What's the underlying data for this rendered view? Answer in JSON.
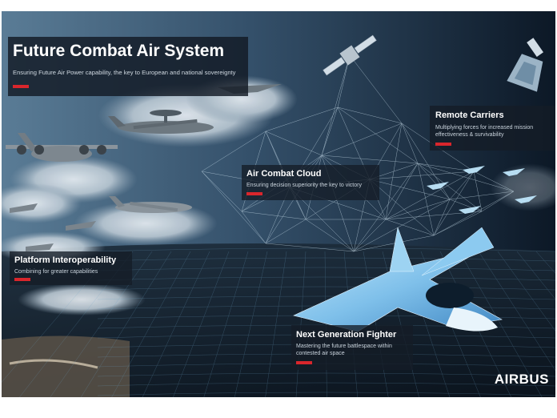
{
  "header": {
    "title": "Future Combat Air System",
    "subtitle": "Ensuring Future Air Power capability, the key to European and national sovereignty"
  },
  "labels": {
    "remote_carriers": {
      "title": "Remote Carriers",
      "line1": "Multiplying forces for increased mission",
      "line2": "effectiveness & survivability"
    },
    "air_combat_cloud": {
      "title": "Air Combat Cloud",
      "line1": "Ensuring decision superiority the key to victory"
    },
    "platform_interoperability": {
      "title": "Platform Interoperability",
      "line1": "Combining for greater capabilities"
    },
    "next_gen_fighter": {
      "title": "Next Generation Fighter",
      "line1": "Mastering the future battlespace within",
      "line2": "contested air space"
    }
  },
  "brand": {
    "logo": "AIRBUS"
  },
  "colors": {
    "accent": "#d9262c",
    "panel": "#141c26",
    "network": "#cfe6f5",
    "fighter": "#8ccaf0"
  },
  "icons": [
    "satellite-icon",
    "transport-aircraft-icon",
    "awacs-aircraft-icon",
    "tanker-aircraft-icon",
    "remote-carrier-drone-icon",
    "fighter-jet-icon",
    "network-cloud-icon"
  ]
}
